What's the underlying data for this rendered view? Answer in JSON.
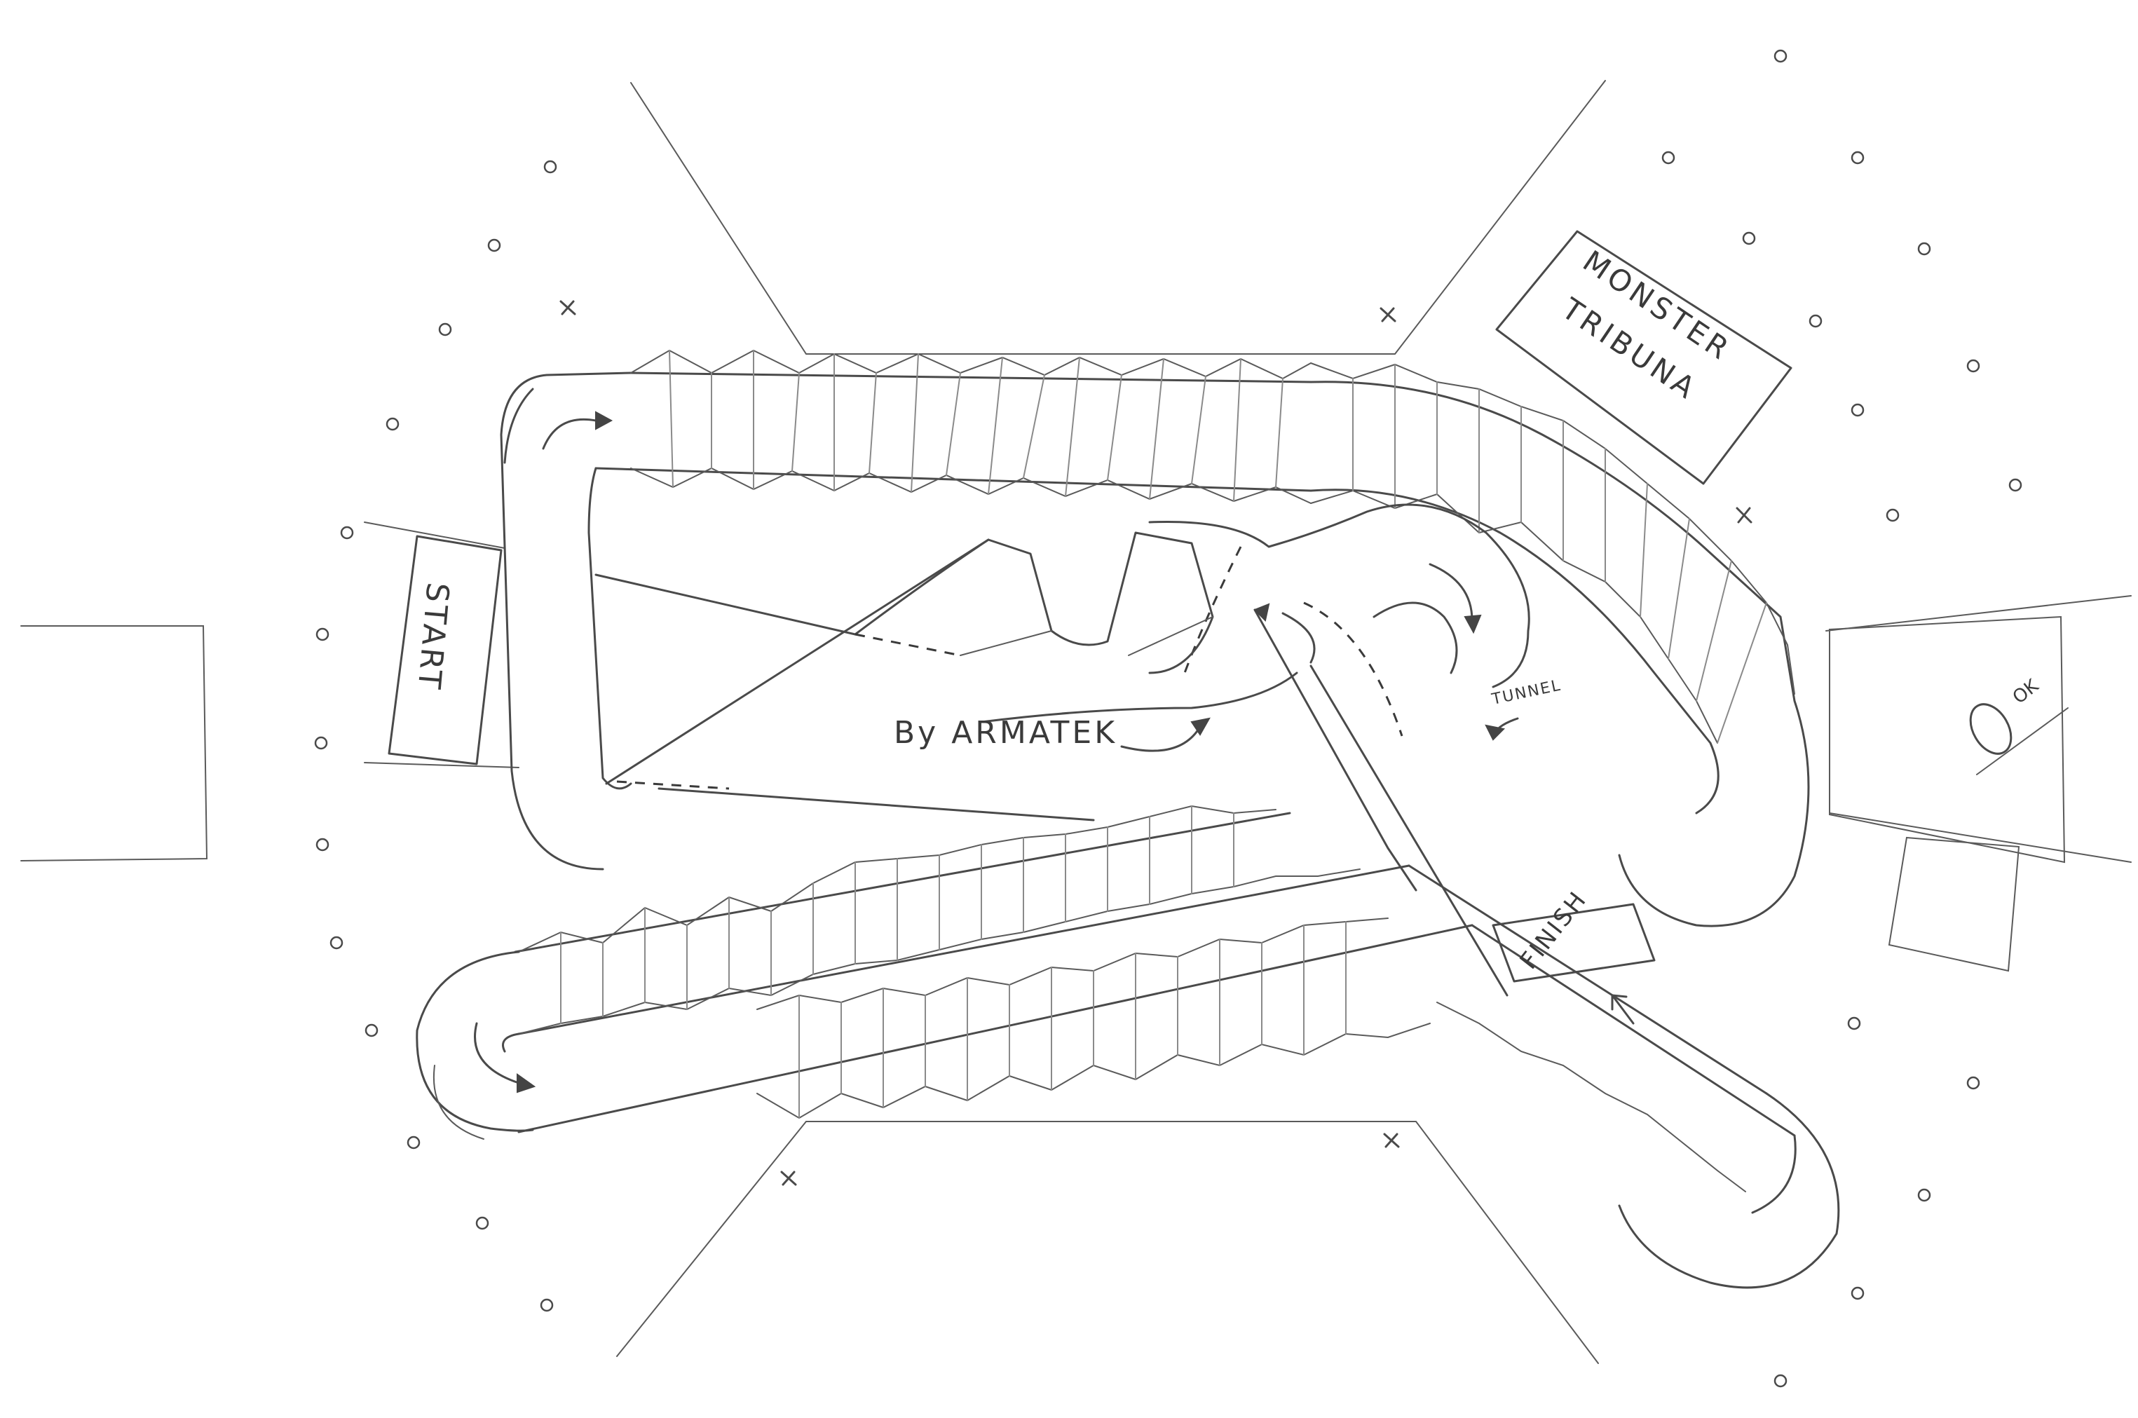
{
  "labels": {
    "start": "START",
    "monster_tribuna_line1": "MONSTER",
    "monster_tribuna_line2": "TRIBUNA",
    "author": "By ARMATEK",
    "tunnel": "TUNNEL",
    "finish": "FINISH",
    "ok": "OK"
  },
  "colors": {
    "paper": "#ffffff",
    "pencil": "#4a4a4a"
  }
}
